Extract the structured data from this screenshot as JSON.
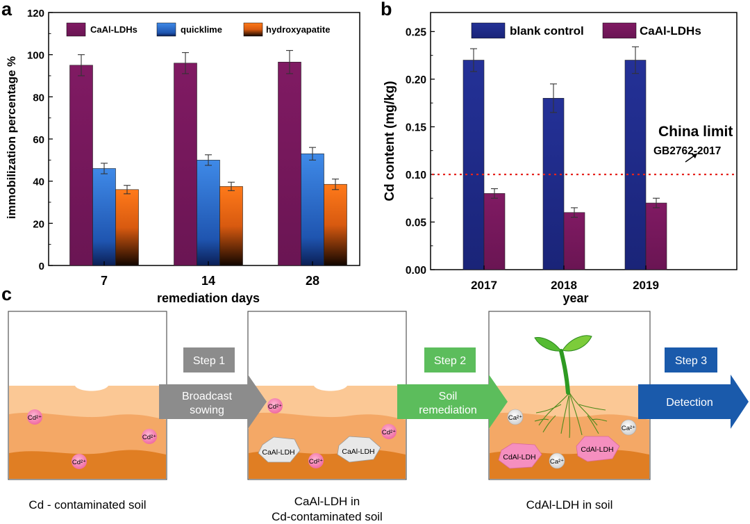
{
  "panel_a": {
    "letter": "a",
    "ylabel": "immobilization percentage %",
    "xlabel": "remediation days",
    "legend": [
      "CaAl-LDHs",
      "quicklime",
      "hydroxyapatite"
    ]
  },
  "panel_b": {
    "letter": "b",
    "ylabel": "Cd content  (mg/kg)",
    "xlabel": "year",
    "legend": [
      "blank control",
      "CaAl-LDHs"
    ],
    "limit_title": "China limit",
    "limit_std": "GB2762-2017"
  },
  "panel_c": {
    "letter": "c",
    "steps": [
      {
        "tag": "Step 1",
        "line1": "Broadcast",
        "line2": "sowing"
      },
      {
        "tag": "Step 2",
        "line1": "Soil",
        "line2": "remediation"
      },
      {
        "tag": "Step 3",
        "line1": "Detection",
        "line2": ""
      }
    ],
    "captions": {
      "soil1": "Cd - contaminated soil",
      "soil2_l1": "CaAl-LDH in",
      "soil2_l2": "Cd-contaminated soil",
      "soil3": "CdAl-LDH in soil"
    },
    "particles": {
      "cd": "Cd²⁺",
      "ca": "Ca²⁺",
      "caal": "CaAl-LDH",
      "cdal": "CdAl-LDH"
    }
  },
  "chart_data": [
    {
      "type": "bar",
      "categories": [
        "7",
        "14",
        "28"
      ],
      "series": [
        {
          "name": "CaAl-LDHs",
          "values": [
            95,
            96,
            96.5
          ],
          "errors": [
            5,
            5,
            5.5
          ],
          "color": "#7a1a5e"
        },
        {
          "name": "quicklime",
          "values": [
            46,
            50,
            53
          ],
          "errors": [
            2.5,
            2.5,
            3
          ],
          "color": "#2f73d6"
        },
        {
          "name": "hydroxyapatite",
          "values": [
            36,
            37.5,
            38.5
          ],
          "errors": [
            2,
            2,
            2.5
          ],
          "color": "#f06a10"
        }
      ],
      "xlabel": "remediation days",
      "ylabel": "immobilization percentage %",
      "ylim": [
        0,
        120
      ],
      "yticks": [
        0,
        20,
        40,
        60,
        80,
        100,
        120
      ],
      "grid": false,
      "legend": "top"
    },
    {
      "type": "bar",
      "categories": [
        "2017",
        "2018",
        "2019"
      ],
      "series": [
        {
          "name": "blank control",
          "values": [
            0.22,
            0.18,
            0.22
          ],
          "errors": [
            0.012,
            0.015,
            0.014
          ],
          "color": "#1f2a8c"
        },
        {
          "name": "CaAl-LDHs",
          "values": [
            0.08,
            0.06,
            0.07
          ],
          "errors": [
            0.005,
            0.005,
            0.005
          ],
          "color": "#7a1a5e"
        }
      ],
      "xlabel": "year",
      "ylabel": "Cd content  (mg/kg)",
      "ylim": [
        0,
        0.27
      ],
      "yticks": [
        "0.00",
        "0.05",
        "0.10",
        "0.15",
        "0.20",
        "0.25"
      ],
      "reference_line": {
        "value": 0.1,
        "color": "#e5241f",
        "label": "China limit",
        "sublabel": "GB2762-2017"
      },
      "grid": false,
      "legend": "top"
    }
  ]
}
